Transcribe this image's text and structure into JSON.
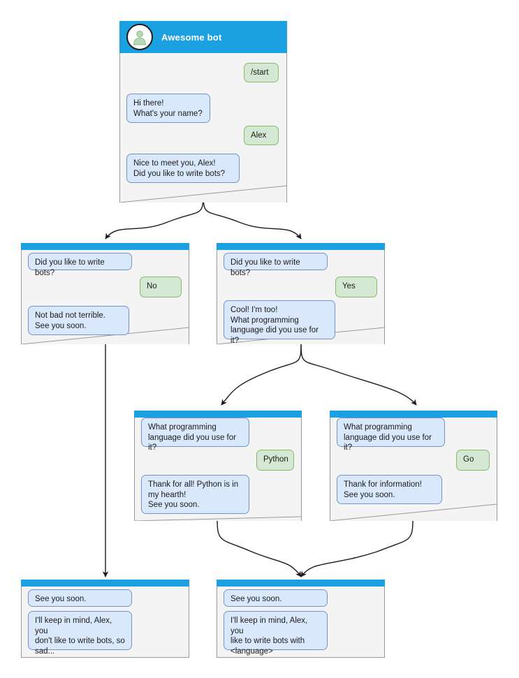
{
  "diagram": {
    "title": "Awesome bot conversation flow",
    "colors": {
      "header_blue": "#1ba1e2",
      "card_bg": "#f4f4f4",
      "card_border": "#9a9a9a",
      "bot_bubble_bg": "#dae8fc",
      "bot_bubble_border": "#7293c8",
      "user_bubble_bg": "#d5e8d4",
      "user_bubble_border": "#88b96b",
      "connector": "#1b1b1b",
      "avatar_glyph": "#9cc99c"
    }
  },
  "nodes": {
    "root": {
      "header_title": "Awesome bot",
      "avatar_icon": "person-avatar-icon",
      "messages": [
        {
          "role": "user",
          "text": "/start"
        },
        {
          "role": "bot",
          "text": "Hi there!\nWhat's your name?"
        },
        {
          "role": "user",
          "text": "Alex"
        },
        {
          "role": "bot",
          "text": "Nice to meet you, Alex!\nDid you like to write bots?"
        }
      ]
    },
    "no_branch": {
      "messages": [
        {
          "role": "bot",
          "text": "Did you like to write bots?"
        },
        {
          "role": "user",
          "text": "No"
        },
        {
          "role": "bot",
          "text": "Not bad not terrible.\nSee you soon."
        }
      ]
    },
    "yes_branch": {
      "messages": [
        {
          "role": "bot",
          "text": "Did you like to write bots?"
        },
        {
          "role": "user",
          "text": "Yes"
        },
        {
          "role": "bot",
          "text": "Cool! I'm too!\nWhat programming\nlanguage did you use for it?"
        }
      ]
    },
    "python_branch": {
      "messages": [
        {
          "role": "bot",
          "text": "What programming\nlanguage did you use for it?"
        },
        {
          "role": "user",
          "text": "Python"
        },
        {
          "role": "bot",
          "text": "Thank for all! Python is in\nmy hearth!\nSee you soon."
        }
      ]
    },
    "go_branch": {
      "messages": [
        {
          "role": "bot",
          "text": "What programming\nlanguage did you use for it?"
        },
        {
          "role": "user",
          "text": "Go"
        },
        {
          "role": "bot",
          "text": "Thank for information!\nSee you soon."
        }
      ]
    },
    "end_no": {
      "messages": [
        {
          "role": "bot",
          "text": "See you soon."
        },
        {
          "role": "bot",
          "text": "I'll keep in mind, Alex, you\ndon't like to write bots, so\nsad..."
        }
      ]
    },
    "end_yes": {
      "messages": [
        {
          "role": "bot",
          "text": "See you soon."
        },
        {
          "role": "bot",
          "text": "I'll keep in mind, Alex, you\nlike to write bots with\n<language>"
        }
      ]
    }
  }
}
